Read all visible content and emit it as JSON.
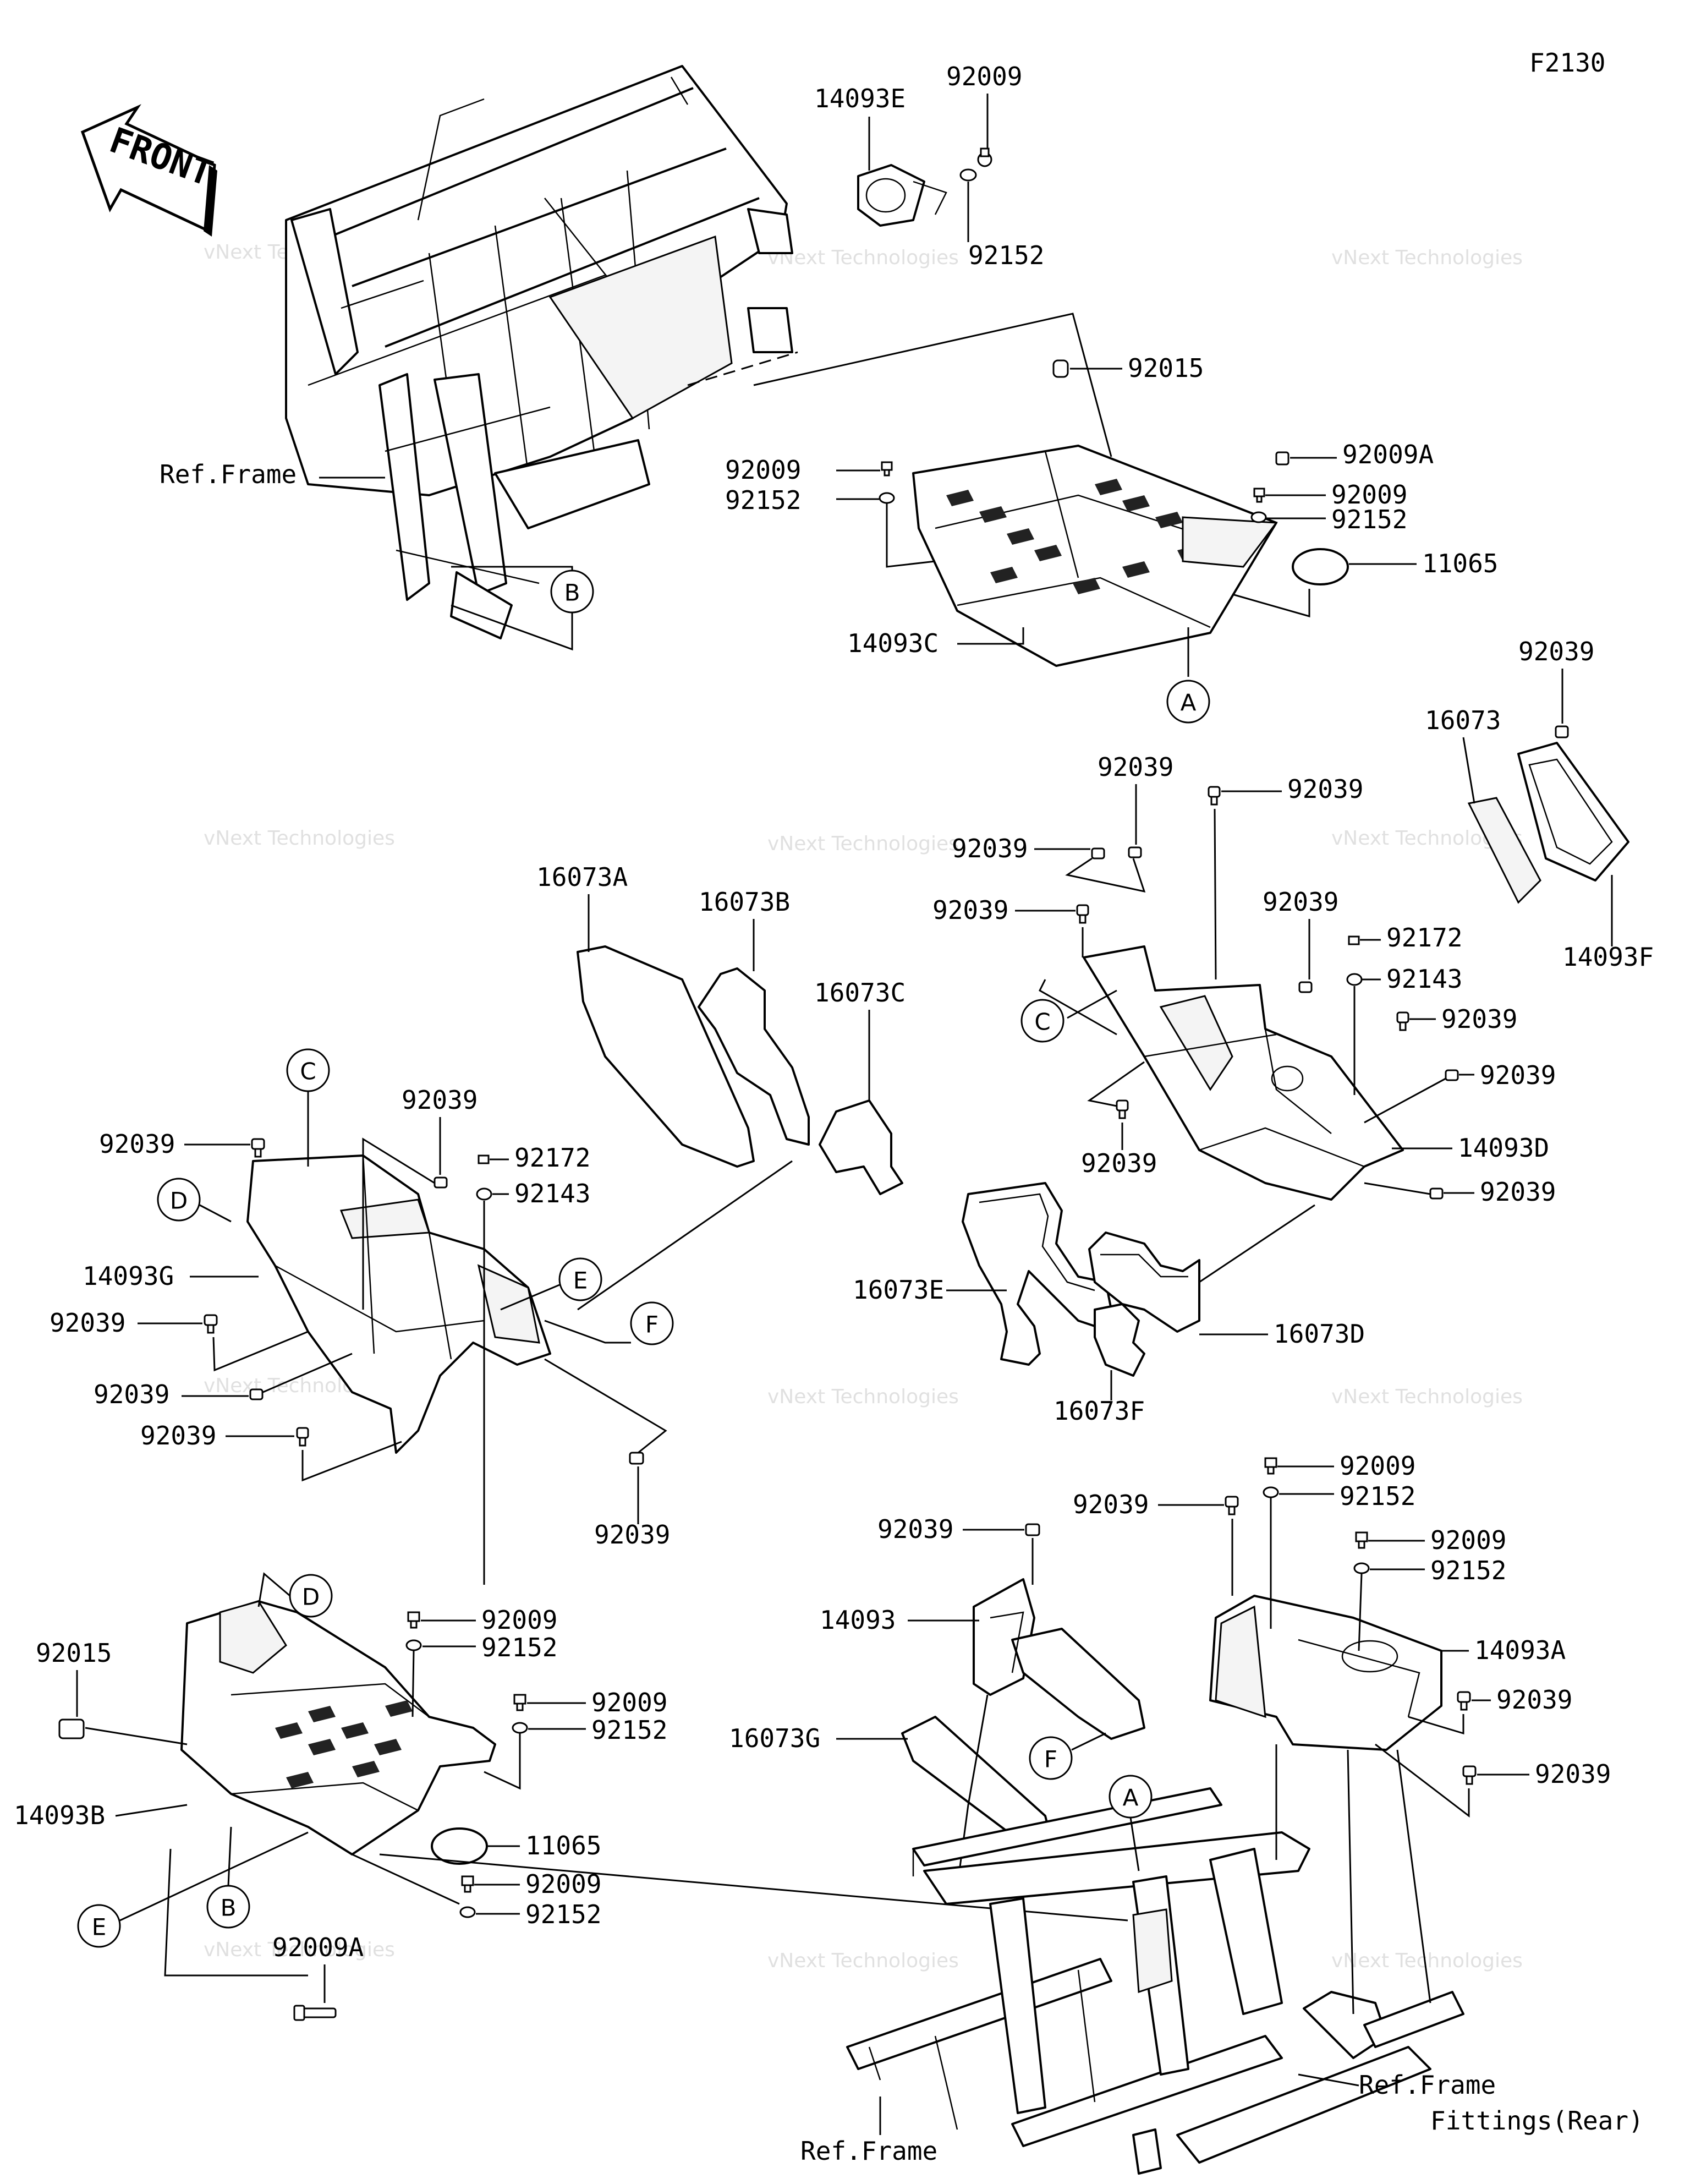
{
  "figure_code": "F2130",
  "front_label": "FRONT",
  "watermark": {
    "line1": "vNext Technologies",
    "line2": "vNext\nTechnologies"
  },
  "refs": {
    "ref_frame_top": "Ref.Frame",
    "ref_frame_bottom": "Ref.Frame",
    "ref_frame_fittings_1": "Ref.Frame",
    "ref_frame_fittings_2": "Fittings(Rear)"
  },
  "callouts": [
    "A",
    "B",
    "C",
    "D",
    "E",
    "F"
  ],
  "part_labels": {
    "p14093E": "14093E",
    "p92009_t": "92009",
    "p92152_t": "92152",
    "p92015_t": "92015",
    "p92009A_t": "92009A",
    "p92009_l": "92009",
    "p92152_l": "92152",
    "p92009_r": "92009",
    "p92152_r": "92152",
    "p11065_t": "11065",
    "p14093C": "14093C",
    "p92039_fr": "92039",
    "p16073": "16073",
    "p14093F": "14093F",
    "p92039_a": "92039",
    "p92039_b": "92039",
    "p92039_c": "92039",
    "p92039_d": "92039",
    "p92039_e": "92039",
    "p92172_r": "92172",
    "p92143_r": "92143",
    "p92039_f": "92039",
    "p92039_g": "92039",
    "p14093D": "14093D",
    "p92039_h": "92039",
    "p92039_i": "92039",
    "p16073A": "16073A",
    "p16073B": "16073B",
    "p16073C": "16073C",
    "p92039_j": "92039",
    "p92039_k": "92039",
    "p92172_l": "92172",
    "p92143_l": "92143",
    "p14093G": "14093G",
    "p92039_l": "92039",
    "p92039_m": "92039",
    "p92039_n": "92039",
    "p92039_o": "92039",
    "p16073E": "16073E",
    "p16073D": "16073D",
    "p16073F": "16073F",
    "p92009_m1": "92009",
    "p92152_m1": "92152",
    "p92039_p": "92039",
    "p92039_q": "92039",
    "p92009_m2": "92009",
    "p92152_m2": "92152",
    "p14093": "14093",
    "p14093A": "14093A",
    "p92039_r": "92039",
    "p92039_s": "92039",
    "p92015_b": "92015",
    "p92009_b1": "92009",
    "p92152_b1": "92152",
    "p92009_b2": "92009",
    "p92152_b2": "92152",
    "p14093B": "14093B",
    "p16073G": "16073G",
    "p11065_b": "11065",
    "p92009_b3": "92009",
    "p92152_b3": "92152",
    "p92009A_b": "92009A"
  }
}
